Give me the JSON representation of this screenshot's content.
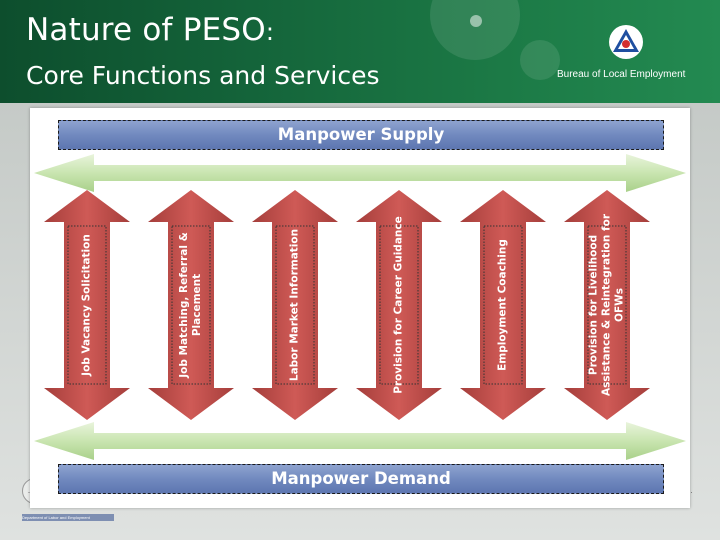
{
  "header": {
    "title_main": "Nature of PESO",
    "title_colon": ":",
    "subtitle": "Core Functions and Services",
    "bureau_label": "Bureau of Local Employment"
  },
  "colors": {
    "header_green": "#14643a",
    "bar_blue": "#7189bf",
    "arrow_red": "#c0504d",
    "arrow_green": "#c9e5b0"
  },
  "diagram": {
    "top_bar": "Manpower Supply",
    "bottom_bar": "Manpower Demand",
    "functions": [
      {
        "label": "Job Vacancy Solicitation"
      },
      {
        "label": "Job Matching, Referral & Placement"
      },
      {
        "label": "Labor Market Information"
      },
      {
        "label": "Provision for Career Guidance"
      },
      {
        "label": "Employment Coaching"
      },
      {
        "label": "Provision for Livelihood Assistance & Reintegration for OFWs"
      }
    ]
  },
  "footer": {
    "org_text": "Department of Labor and Employment"
  }
}
